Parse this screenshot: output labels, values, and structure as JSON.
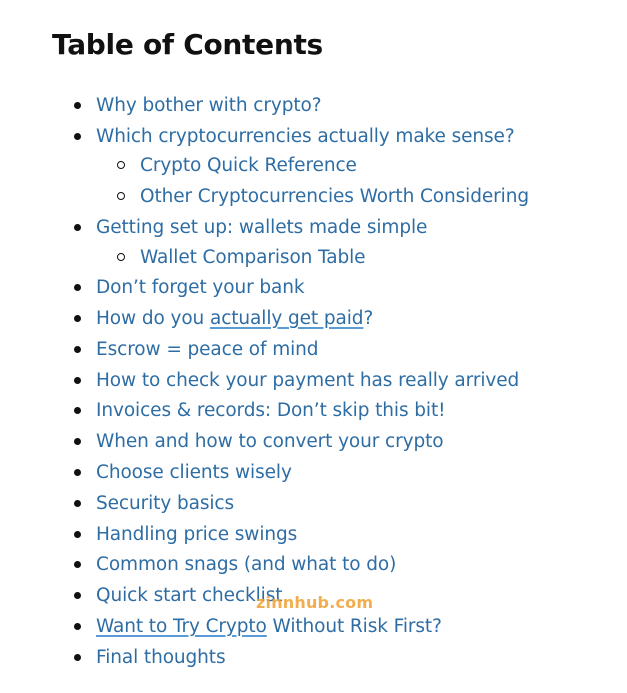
{
  "toc": {
    "title": "Table of Contents",
    "items": [
      {
        "label": "Why bother with crypto?",
        "level": 1
      },
      {
        "label": "Which cryptocurrencies actually make sense?",
        "level": 1
      },
      {
        "label": "Crypto Quick Reference",
        "level": 2
      },
      {
        "label": "Other Cryptocurrencies Worth Considering",
        "level": 2
      },
      {
        "label": "Getting set up: wallets made simple",
        "level": 1
      },
      {
        "label": "Wallet Comparison Table",
        "level": 2
      },
      {
        "label": "Don’t forget your bank",
        "level": 1
      },
      {
        "label_pre": "How do you ",
        "label_em": "actually get paid",
        "label_post": "?",
        "level": 1
      },
      {
        "label": "Escrow = peace of mind",
        "level": 1
      },
      {
        "label": "How to check your payment has really arrived",
        "level": 1
      },
      {
        "label": "Invoices & records: Don’t skip this bit!",
        "level": 1
      },
      {
        "label": "When and how to convert your crypto",
        "level": 1
      },
      {
        "label": "Choose clients wisely",
        "level": 1
      },
      {
        "label": "Security basics",
        "level": 1
      },
      {
        "label": "Handling price swings",
        "level": 1
      },
      {
        "label": "Common snags (and what to do)",
        "level": 1
      },
      {
        "label": "Quick start checklist",
        "level": 1
      },
      {
        "label_em": "Want to Try Crypto",
        "label_post": " Without Risk First?",
        "level": 1
      },
      {
        "label": "Final thoughts",
        "level": 1
      }
    ]
  },
  "watermark": {
    "text": "zinnhub.com"
  },
  "colors": {
    "link": "#2e6da4",
    "title": "#111111",
    "watermark": "#f0a030"
  }
}
